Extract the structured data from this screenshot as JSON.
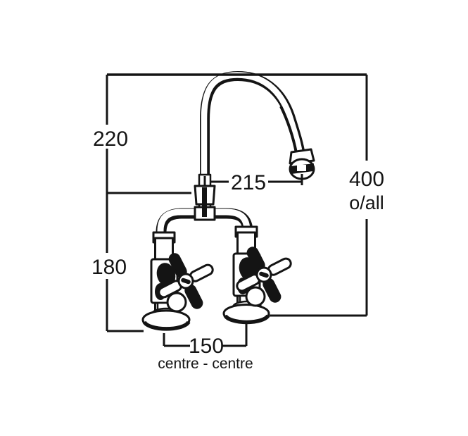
{
  "meta": {
    "background": "#ffffff",
    "ink": "#141414",
    "drawing_subject": "two-pillar sink mixer tap with gooseneck swivel spout and cross-head handles"
  },
  "dimensions": {
    "upper_height": {
      "label": "220"
    },
    "lower_height": {
      "label": "180"
    },
    "spout_reach": {
      "label": "215"
    },
    "overall_height": {
      "value": "400",
      "suffix": "o/all"
    },
    "tap_centres": {
      "value": "150",
      "caption": "centre - centre"
    }
  }
}
